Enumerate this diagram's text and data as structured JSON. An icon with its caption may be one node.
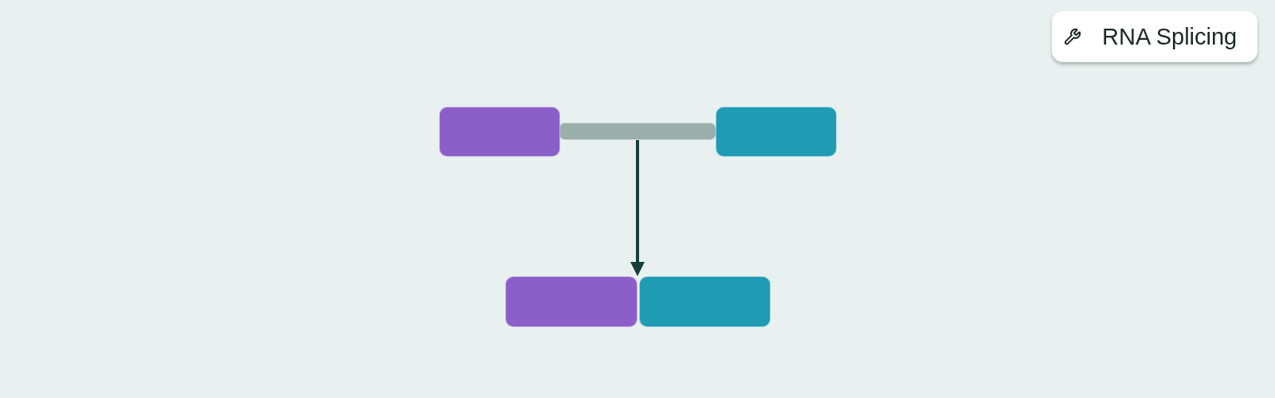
{
  "diagram": {
    "nodes": [
      {
        "text": [],
        "shape": "box"
      },
      {
        "text": [],
        "shape": "bar"
      },
      {
        "text": [],
        "shape": "box"
      },
      {
        "text": [],
        "shape": "box"
      },
      {
        "text": [],
        "shape": "box"
      }
    ],
    "edges": [
      {
        "from": 1,
        "to": 3,
        "arrow": "to"
      }
    ],
    "labels": [
      "RNA Splicing"
    ]
  }
}
